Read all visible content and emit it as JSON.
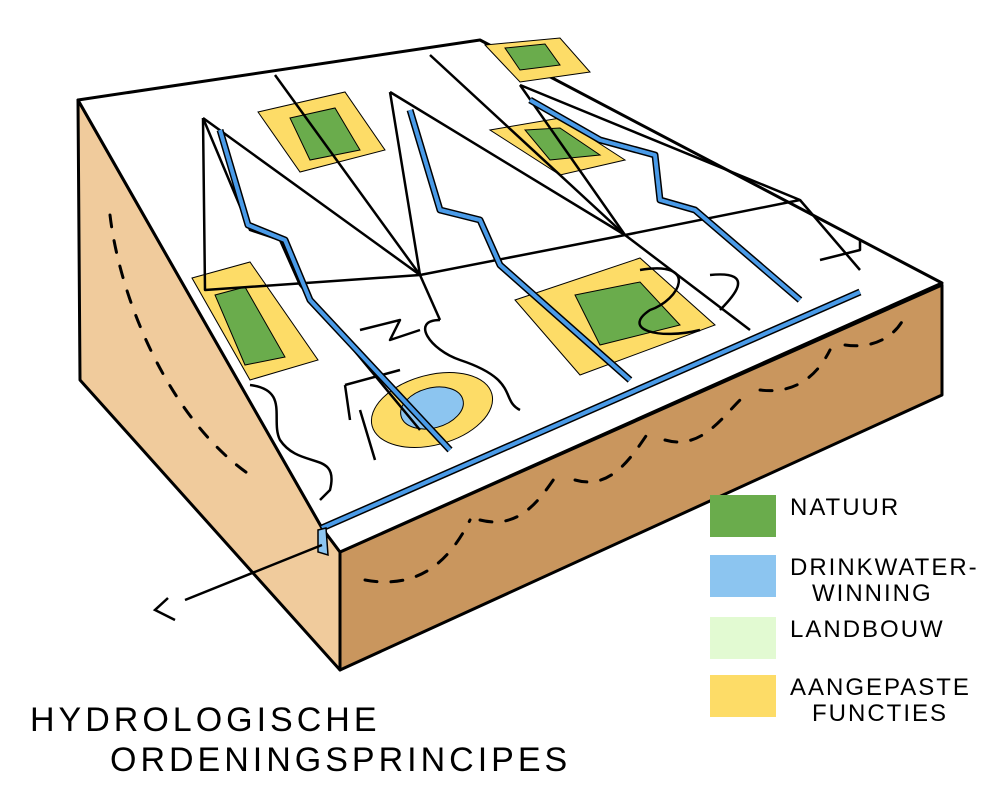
{
  "title": {
    "line1": "HYDROLOGISCHE",
    "line2": "ORDENINGSPRINCIPES"
  },
  "legend": [
    {
      "label": "Natuur",
      "label2": "",
      "color": "#6aac4c"
    },
    {
      "label": "Drinkwater-",
      "label2": "winning",
      "color": "#8cc5f0"
    },
    {
      "label": "Landbouw",
      "label2": "",
      "color": "#e2fad2"
    },
    {
      "label": "Aangepaste",
      "label2": "functies",
      "color": "#fddc67"
    }
  ],
  "colors": {
    "natuur": "#6aac4c",
    "water": "#8cc5f0",
    "channel": "#4a9be8",
    "aangepast": "#fddc67",
    "side_left": "#f0cb9c",
    "side_front": "#c9965e"
  }
}
